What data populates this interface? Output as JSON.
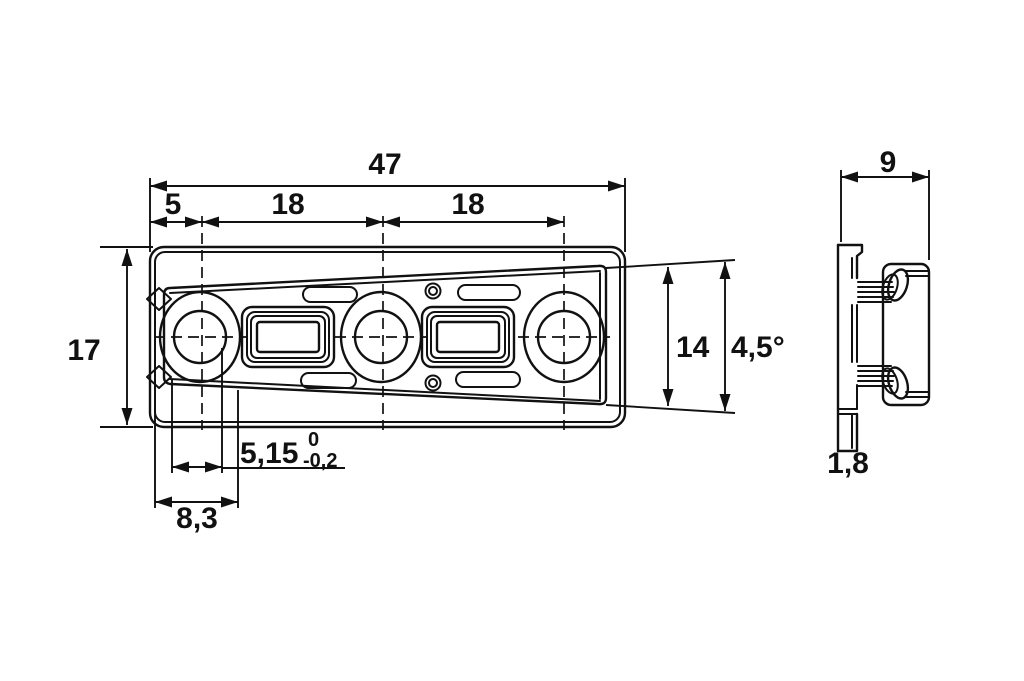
{
  "drawing": {
    "type": "technical-dimension-drawing",
    "line_color": "#111111",
    "background": "#ffffff",
    "front_view": {
      "dims": {
        "overall_width": "47",
        "left_pitch": "5",
        "pitch_1": "18",
        "pitch_2": "18",
        "overall_height": "17",
        "latch_opening_height": "14",
        "taper_angle": "4,5°",
        "slot_width": "5,15",
        "slot_width_tol_upper": "0",
        "slot_width_tol_lower": "-0,2",
        "recess_width": "8,3"
      }
    },
    "side_view": {
      "dims": {
        "depth": "9",
        "plate_thickness": "1,8"
      }
    }
  }
}
